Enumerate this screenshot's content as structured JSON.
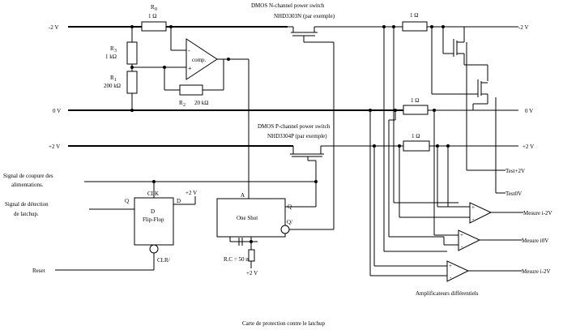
{
  "rails": {
    "neg_left": "-2 V",
    "neg_right": "-2 V",
    "zero_left": "0 V",
    "zero_right": "0 V",
    "pos_left": "+2 V",
    "pos_right": "+2 V"
  },
  "resistors": {
    "r0_name": "R",
    "r0_sub": "0",
    "r0_val": "1 Ω",
    "r3_name": "R",
    "r3_sub": "3",
    "r3_val": "1 kΩ",
    "r1_name": "R",
    "r1_sub": "1",
    "r1_val": "200 kΩ",
    "r2_name": "R",
    "r2_sub": "2",
    "r2_val": "20 kΩ",
    "sense_top": "1 Ω",
    "sense_mid": "1 Ω",
    "sense_bot": "1 Ω"
  },
  "comparator": {
    "label": "comp.",
    "minus": "-",
    "plus": "+"
  },
  "nmos_label_1": "DMOS N-channel power switch",
  "nmos_label_2": "NHD3303N (par exemple)",
  "pmos_label_1": "DMOS P-channel power switch",
  "pmos_label_2": "NHD3304P (par exemple)",
  "inputs": {
    "signal_cut_1": "Signal de coupure des",
    "signal_cut_2": "alimentations.",
    "signal_detect_1": "Signal de détection",
    "signal_detect_2": "de latchup.",
    "reset": "Reset"
  },
  "flipflop": {
    "title_1": "D",
    "title_2": "Flip-Flop",
    "clk": "CLK",
    "q": "Q",
    "d": "D",
    "clr": "CLR/",
    "supply": "+2 V"
  },
  "oneshot": {
    "title": "One Shot",
    "a": "A",
    "q": "Q",
    "qn": "Q/",
    "rc": "R.C = 50 ms",
    "supply": "+2 V"
  },
  "outputs": {
    "test_pos": "Test+2V",
    "test_zero": "Test0V",
    "mes_neg": "Mesure i-2V",
    "mes_zero": "Mesure i0V",
    "mes_pos": "Mesure i-2V",
    "amp_label": "Amplificateurs différentiels"
  },
  "amp_sign": {
    "plus": "+",
    "minus": "-"
  },
  "caption": "Carte de protection contre le latchup"
}
